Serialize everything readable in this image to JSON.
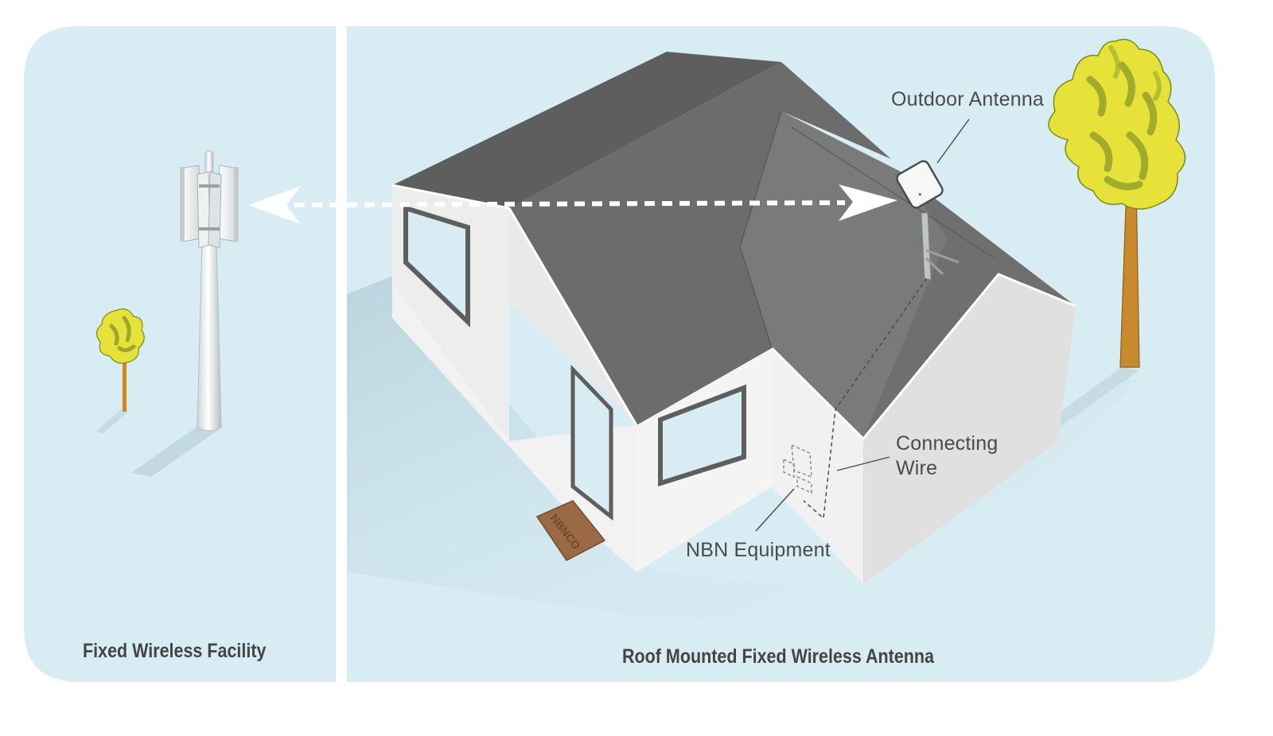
{
  "colors": {
    "background_panel": "#d8edf3",
    "roof_dark": "#5e5e5e",
    "roof_mid": "#767676",
    "wall_light": "#f2f2f2",
    "wall_shade": "#e1e1e1",
    "tree_foliage": "#e6e23a",
    "tree_trunk": "#c98a2e",
    "doormat": "#9b6a45",
    "signal_arrow": "#ffffff",
    "label_text": "#4a4a4a"
  },
  "panels": {
    "left": {
      "caption": "Fixed Wireless Facility"
    },
    "right": {
      "caption": "Roof Mounted Fixed Wireless Antenna"
    }
  },
  "callouts": {
    "outdoor_antenna": "Outdoor Antenna",
    "connecting_wire_line1": "Connecting",
    "connecting_wire_line2": "Wire",
    "nbn_equipment": "NBN Equipment"
  },
  "doormat": {
    "logo_text": "NBNCO"
  },
  "icons": {
    "tower": "cell-tower-icon",
    "antenna": "roof-antenna-icon",
    "signal": "bidirectional-signal-arrow-icon",
    "tree": "tree-icon",
    "house": "house-icon",
    "equipment": "nbn-equipment-icon"
  }
}
